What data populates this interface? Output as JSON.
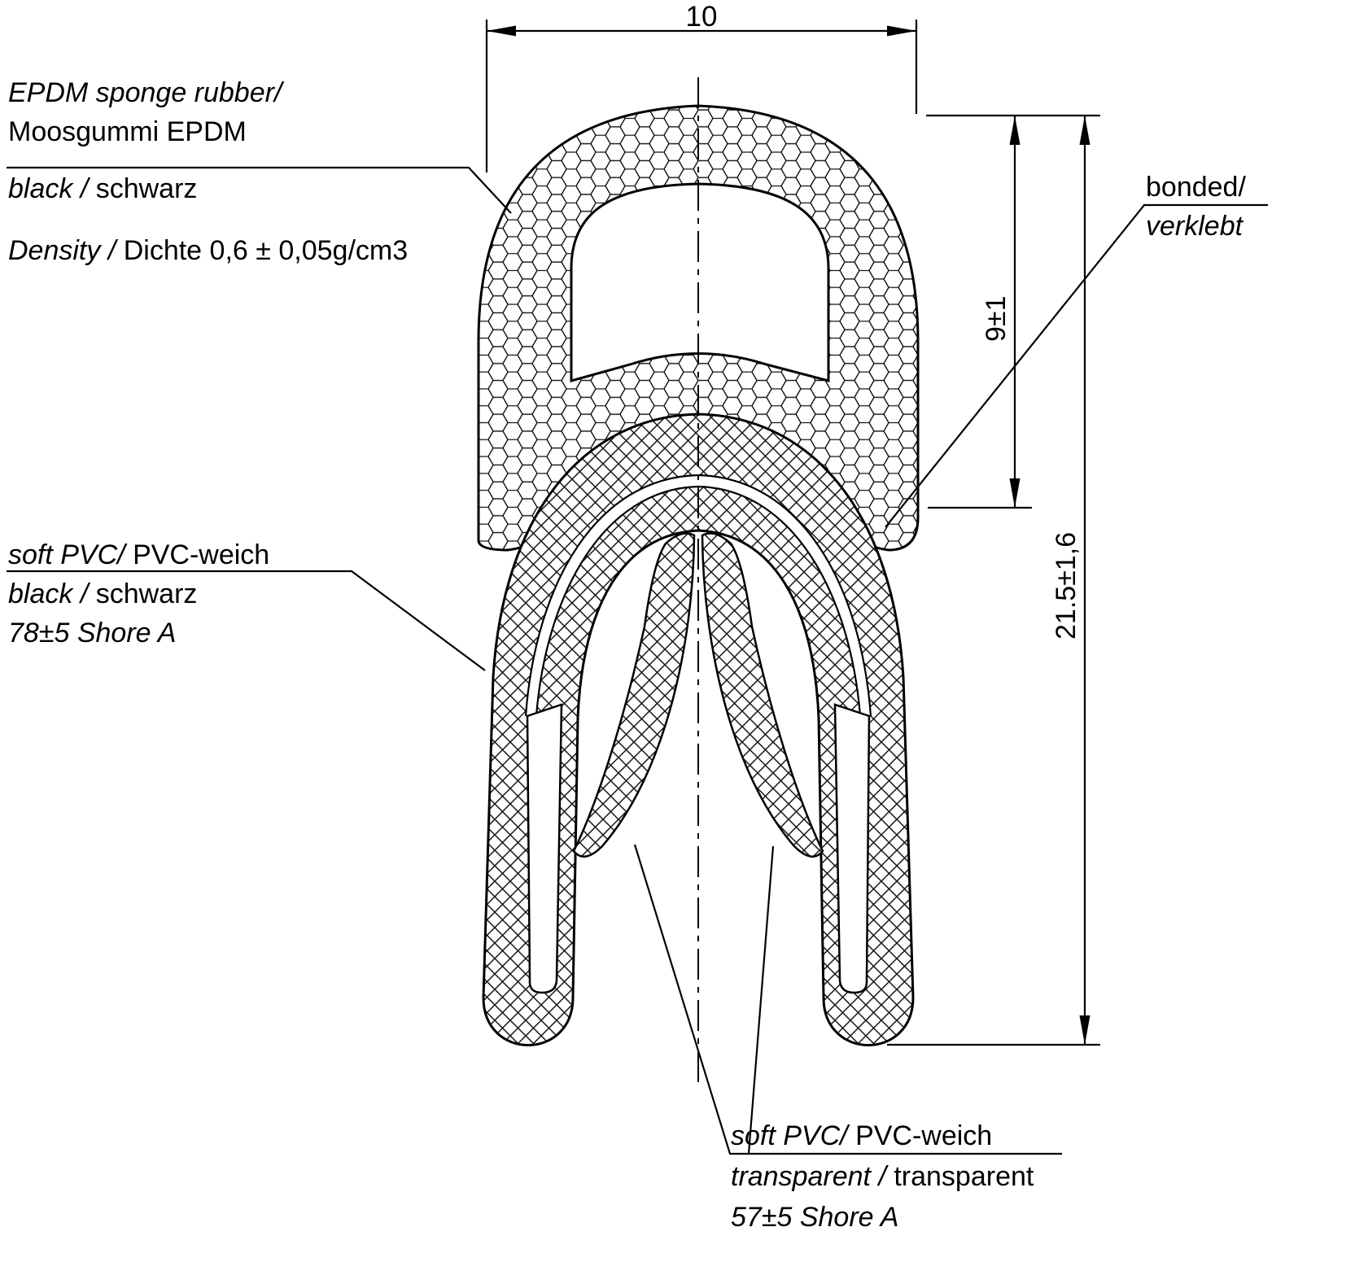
{
  "page": {
    "background": "#ffffff",
    "line_color": "#000000",
    "kind": "technical cross-section drawing of edge trim seal profile"
  },
  "dimensions": {
    "top_width": "10",
    "sponge_height": "9±1",
    "total_height": "21.5±1,6"
  },
  "labels": {
    "sponge": {
      "line1": "EPDM sponge rubber/",
      "line2": "Moosgummi EPDM",
      "line3_italic": "black / ",
      "line3_regular": "schwarz",
      "line4_italic": "Density / ",
      "line4_regular": "Dichte 0,6 ± 0,05g/cm3"
    },
    "pvc_side": {
      "line1_italic": "soft PVC/ ",
      "line1_regular": "PVC-weich",
      "line2_italic": "black / ",
      "line2_regular": "schwarz",
      "line3": "78±5 Shore A"
    },
    "bonded": {
      "line1": "bonded/",
      "line2": "verklebt"
    },
    "pvc_bottom": {
      "line1_italic": "soft PVC/ ",
      "line1_regular": "PVC-weich",
      "line2_italic": "transparent / ",
      "line2_regular": "transparent",
      "line3": "57±5 Shore A"
    }
  }
}
